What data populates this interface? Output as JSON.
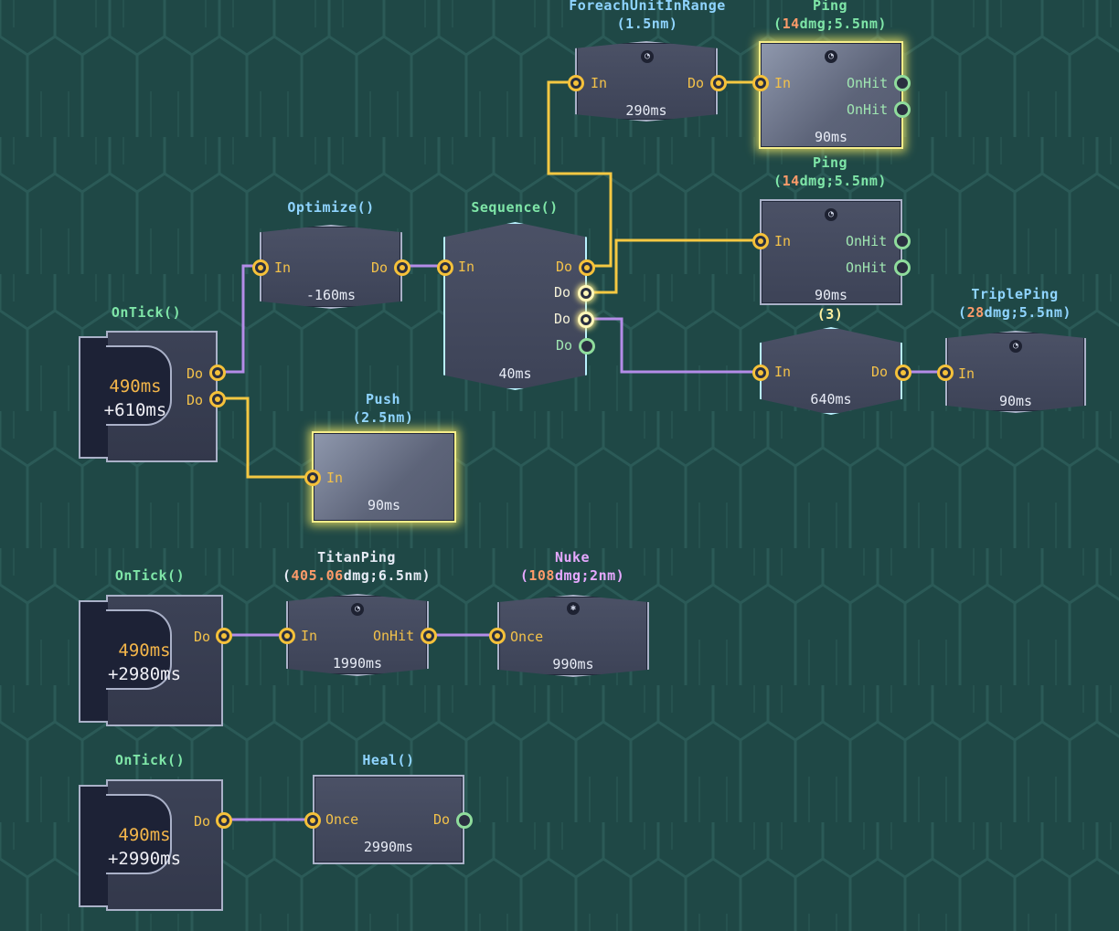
{
  "nodes": {
    "foreach": {
      "title": "ForeachUnitInRange",
      "range": "(1.5nm)",
      "in": "In",
      "do": "Do",
      "time": "290ms"
    },
    "ping1": {
      "title": "Ping",
      "dmg_num": "14",
      "dmg_rest": "dmg;5.5nm)",
      "paren": "(",
      "in": "In",
      "onhit1": "OnHit",
      "onhit2": "OnHit",
      "time": "90ms"
    },
    "ping2": {
      "title": "Ping",
      "dmg_num": "14",
      "dmg_rest": "dmg;5.5nm)",
      "paren": "(",
      "in": "In",
      "onhit1": "OnHit",
      "onhit2": "OnHit",
      "time": "90ms"
    },
    "optimize": {
      "title": "Optimize()",
      "in": "In",
      "do": "Do",
      "time": "-160ms"
    },
    "sequence": {
      "title": "Sequence()",
      "in": "In",
      "do1": "Do",
      "do2": "Do",
      "do3": "Do",
      "do4": "Do",
      "time": "40ms"
    },
    "repeat": {
      "title": "(3)",
      "in": "In",
      "do": "Do",
      "time": "640ms"
    },
    "tripleping": {
      "title": "TriplePing",
      "dmg_num": "28",
      "dmg_rest": "dmg;5.5nm)",
      "paren": "(",
      "in": "In",
      "time": "90ms"
    },
    "push": {
      "title": "Push",
      "range": "(2.5nm)",
      "in": "In",
      "time": "90ms"
    },
    "titanping": {
      "title": "TitanPing",
      "dmg_num": "405.06",
      "dmg_rest": "dmg;6.5nm)",
      "paren": "(",
      "in": "In",
      "onhit": "OnHit",
      "time": "1990ms"
    },
    "nuke": {
      "title": "Nuke",
      "dmg_num": "108",
      "dmg_rest": "dmg;2nm)",
      "paren": "(",
      "once": "Once",
      "time": "990ms"
    },
    "heal": {
      "title": "Heal()",
      "once": "Once",
      "do": "Do",
      "time": "2990ms"
    }
  },
  "ticks": [
    {
      "title": "OnTick()",
      "time": "490ms",
      "offset": "+610ms",
      "do1": "Do",
      "do2": "Do"
    },
    {
      "title": "OnTick()",
      "time": "490ms",
      "offset": "+2980ms",
      "do": "Do"
    },
    {
      "title": "OnTick()",
      "time": "490ms",
      "offset": "+2990ms",
      "do": "Do"
    }
  ],
  "colors": {
    "exec_wire": "#f5c842",
    "data_wire": "#b48ce8",
    "port": "#f5c13a",
    "empty_port": "#8fdc9c",
    "background": "#1f4846"
  }
}
